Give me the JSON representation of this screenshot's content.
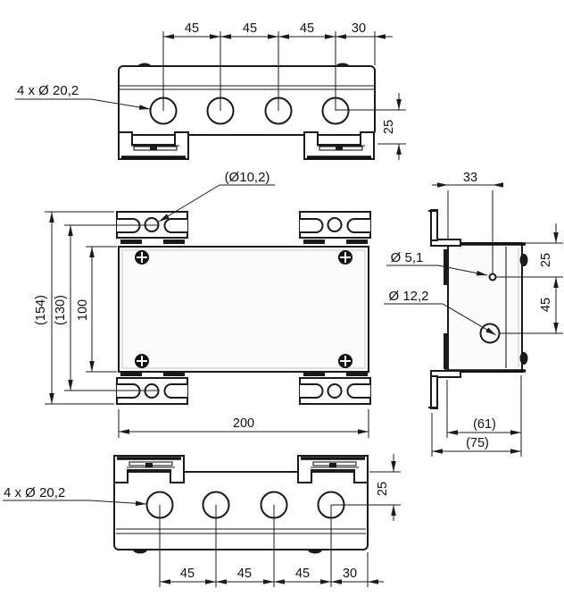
{
  "drawing_type": "technical-dimension-drawing",
  "views": [
    "top-view",
    "plan-view",
    "side-view",
    "bottom-view"
  ],
  "labels": {
    "top": {
      "callout": "4 x Ø 20,2",
      "d1": "45",
      "d2": "45",
      "d3": "45",
      "d4": "30",
      "d25": "25"
    },
    "plan": {
      "callout": "(Ø10,2)",
      "d154": "(154)",
      "d130": "(130)",
      "d100": "100",
      "d200": "200"
    },
    "side": {
      "hole_small": "Ø 5,1",
      "hole_large": "Ø 12,2",
      "d33": "33",
      "d25": "25",
      "d45": "45",
      "d61": "(61)",
      "d75": "(75)"
    },
    "bottom": {
      "callout": "4 x Ø 20,2",
      "d1": "45",
      "d2": "45",
      "d3": "45",
      "d4": "30",
      "d25": "25"
    }
  },
  "colors": {
    "line": "#1a1a1a",
    "background": "#ffffff"
  }
}
